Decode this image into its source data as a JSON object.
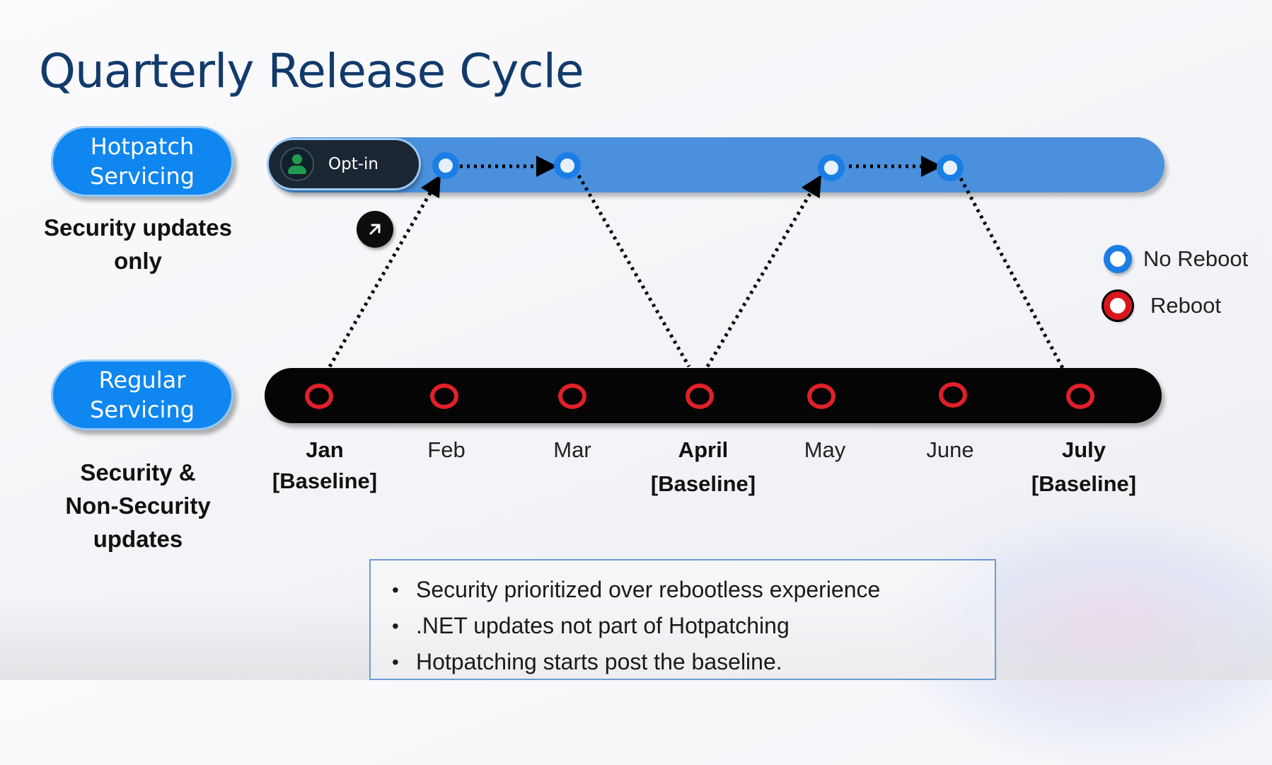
{
  "title": "Quarterly Release Cycle",
  "hotpatch": {
    "pill_line1": "Hotpatch",
    "pill_line2": "Servicing",
    "desc_line1": "Security updates",
    "desc_line2": "only",
    "optin_label": "Opt-in"
  },
  "regular": {
    "pill_line1": "Regular",
    "pill_line2": "Servicing",
    "desc_line1": "Security &",
    "desc_line2": "Non-Security",
    "desc_line3": "updates"
  },
  "months": [
    {
      "name": "Jan",
      "sub": "[Baseline]",
      "baseline": true
    },
    {
      "name": "Feb",
      "sub": "",
      "baseline": false
    },
    {
      "name": "Mar",
      "sub": "",
      "baseline": false
    },
    {
      "name": "April",
      "sub": "[Baseline]",
      "baseline": true
    },
    {
      "name": "May",
      "sub": "",
      "baseline": false
    },
    {
      "name": "June",
      "sub": "",
      "baseline": false
    },
    {
      "name": "July",
      "sub": "[Baseline]",
      "baseline": true
    }
  ],
  "legend": {
    "no_reboot": "No Reboot",
    "reboot": "Reboot"
  },
  "notes": [
    "Security prioritized over rebootless experience",
    ".NET updates not part of Hotpatching",
    "Hotpatching starts post the baseline."
  ],
  "colors": {
    "title": "#123a6b",
    "pill": "#0f86f0",
    "hotpatch_band": "#4a90dc",
    "regular_band": "#050505",
    "no_reboot": "#1a7ee6",
    "reboot": "#e0202a"
  },
  "icons": {
    "optin": "person-icon",
    "badge": "arrow-up-right-icon"
  }
}
